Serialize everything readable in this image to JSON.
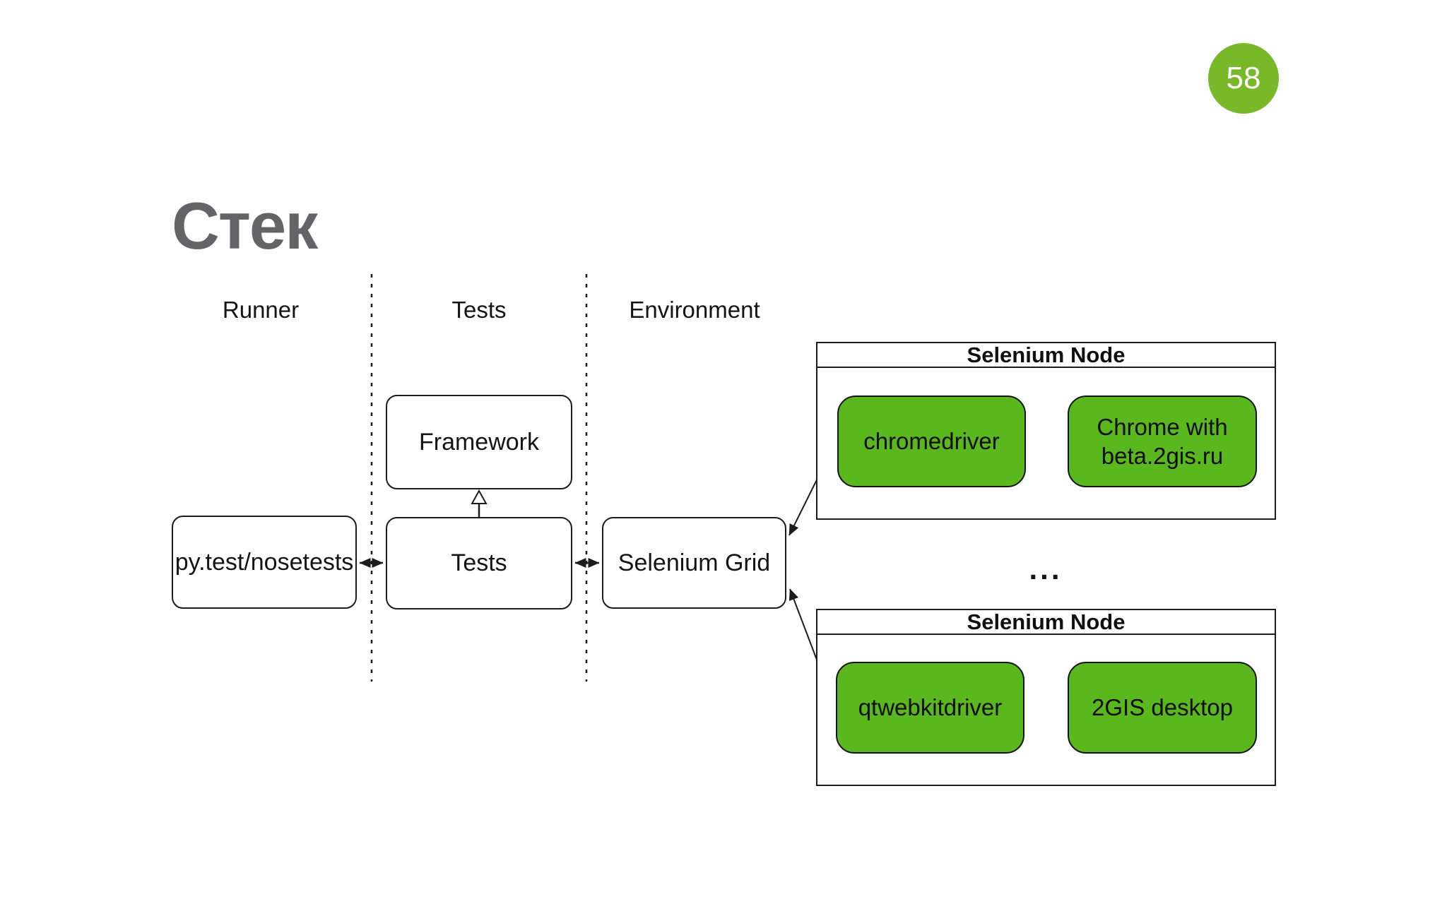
{
  "slide": {
    "number": "58",
    "title": "Стек"
  },
  "colors": {
    "badge_green": "#79b829",
    "box_green": "#5ab71e",
    "title_gray": "#646467",
    "line_black": "#1b1b1b",
    "background": "#ffffff"
  },
  "diagram": {
    "columns": [
      {
        "label": "Runner"
      },
      {
        "label": "Tests"
      },
      {
        "label": "Environment"
      }
    ],
    "boxes": {
      "runner_tool": "py.test/nosetests",
      "framework": "Framework",
      "tests": "Tests",
      "grid": "Selenium Grid"
    },
    "nodes": [
      {
        "title": "Selenium Node",
        "driver": "chromedriver",
        "target": "Chrome with beta.2gis.ru"
      },
      {
        "title": "Selenium Node",
        "driver": "qtwebkitdriver",
        "target": "2GIS desktop"
      }
    ],
    "ellipsis": "...",
    "edges": [
      {
        "from": "py.test/nosetests",
        "to": "Tests",
        "type": "bidirectional"
      },
      {
        "from": "Tests",
        "to": "Framework",
        "type": "generalization"
      },
      {
        "from": "Tests",
        "to": "Selenium Grid",
        "type": "bidirectional"
      },
      {
        "from": "Selenium Grid",
        "to": "chromedriver",
        "type": "bidirectional"
      },
      {
        "from": "Selenium Grid",
        "to": "qtwebkitdriver",
        "type": "bidirectional"
      },
      {
        "from": "chromedriver",
        "to": "Chrome with beta.2gis.ru",
        "type": "bidirectional"
      },
      {
        "from": "qtwebkitdriver",
        "to": "2GIS desktop",
        "type": "bidirectional"
      }
    ]
  }
}
